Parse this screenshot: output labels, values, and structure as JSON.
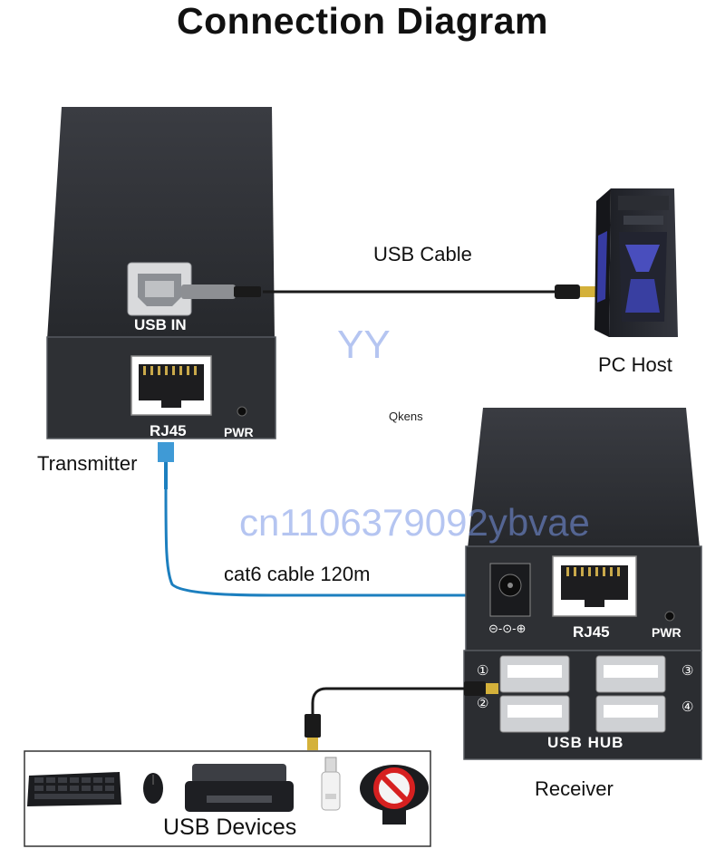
{
  "title": "Connection Diagram",
  "labels": {
    "usb_cable": "USB Cable",
    "pc_host": "PC Host",
    "transmitter": "Transmitter",
    "cat6": "cat6 cable 120m",
    "receiver": "Receiver",
    "usb_devices": "USB Devices",
    "brand": "Qkens"
  },
  "transmitter": {
    "usb_in": "USB IN",
    "rj45": "RJ45",
    "pwr": "PWR"
  },
  "receiver": {
    "rj45": "RJ45",
    "pwr": "PWR",
    "usb_hub": "USB HUB",
    "polarity": "⊝-⊙-⊕",
    "ports": [
      "①",
      "②",
      "③",
      "④"
    ]
  },
  "watermarks": {
    "yy": "YY",
    "id": "cn1106379092ybvae"
  },
  "colors": {
    "box": "#2b2d31",
    "cable_blue": "#1c7fbf",
    "cable_black": "#1a1a1a",
    "accent_blue": "#4a4fd0"
  },
  "devices": [
    "keyboard-icon",
    "mouse-icon",
    "printer-icon",
    "usb-drive-icon",
    "webcam-icon"
  ]
}
